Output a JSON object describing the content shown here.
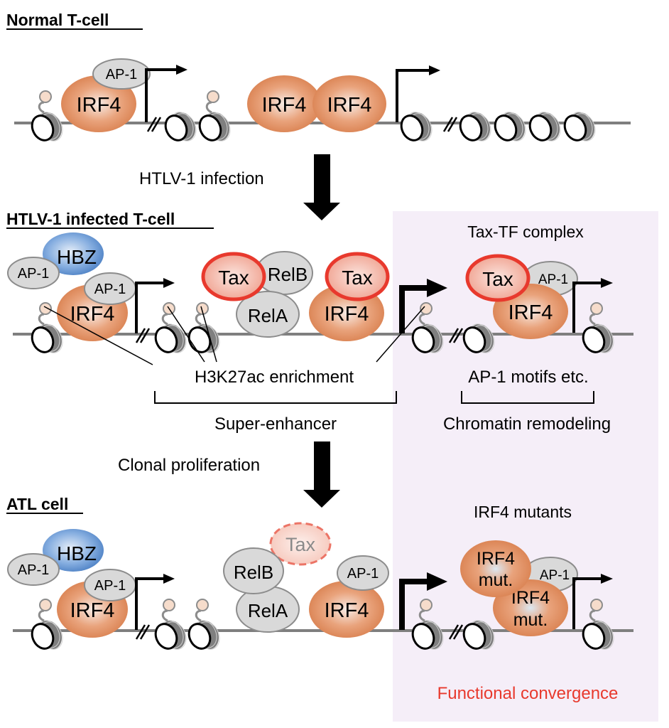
{
  "panels": {
    "normal": {
      "title": "Normal T-cell"
    },
    "infected": {
      "title": "HTLV-1 infected T-cell"
    },
    "atl": {
      "title": "ATL cell"
    }
  },
  "transitions": {
    "infection": "HTLV-1 infection",
    "proliferation": "Clonal proliferation"
  },
  "proteins": {
    "irf4": "IRF4",
    "ap1": "AP-1",
    "hbz": "HBZ",
    "tax": "Tax",
    "relb": "RelB",
    "rela": "RelA",
    "irf4_mut_line1": "IRF4",
    "irf4_mut_line2": "mut."
  },
  "annotations": {
    "h3k27ac": "H3K27ac enrichment",
    "super_enhancer": "Super-enhancer",
    "tax_tf_complex": "Tax-TF complex",
    "ap1_motifs": "AP-1 motifs etc.",
    "chromatin_remodeling": "Chromatin remodeling",
    "irf4_mutants": "IRF4 mutants",
    "functional_convergence": "Functional convergence"
  },
  "colors": {
    "irf4": "#e0875a",
    "irf4_light": "#f6e3d8",
    "ap1": "#d9d9d9",
    "hbz": "#5b8fd0",
    "hbz_light": "#dbe8f7",
    "tax_border": "#e8392d",
    "tax_fill": "#f4a594",
    "right_panel_bg": "#f5eef8",
    "highlight_text": "#e8392d",
    "dna": "#7f7f7f"
  }
}
